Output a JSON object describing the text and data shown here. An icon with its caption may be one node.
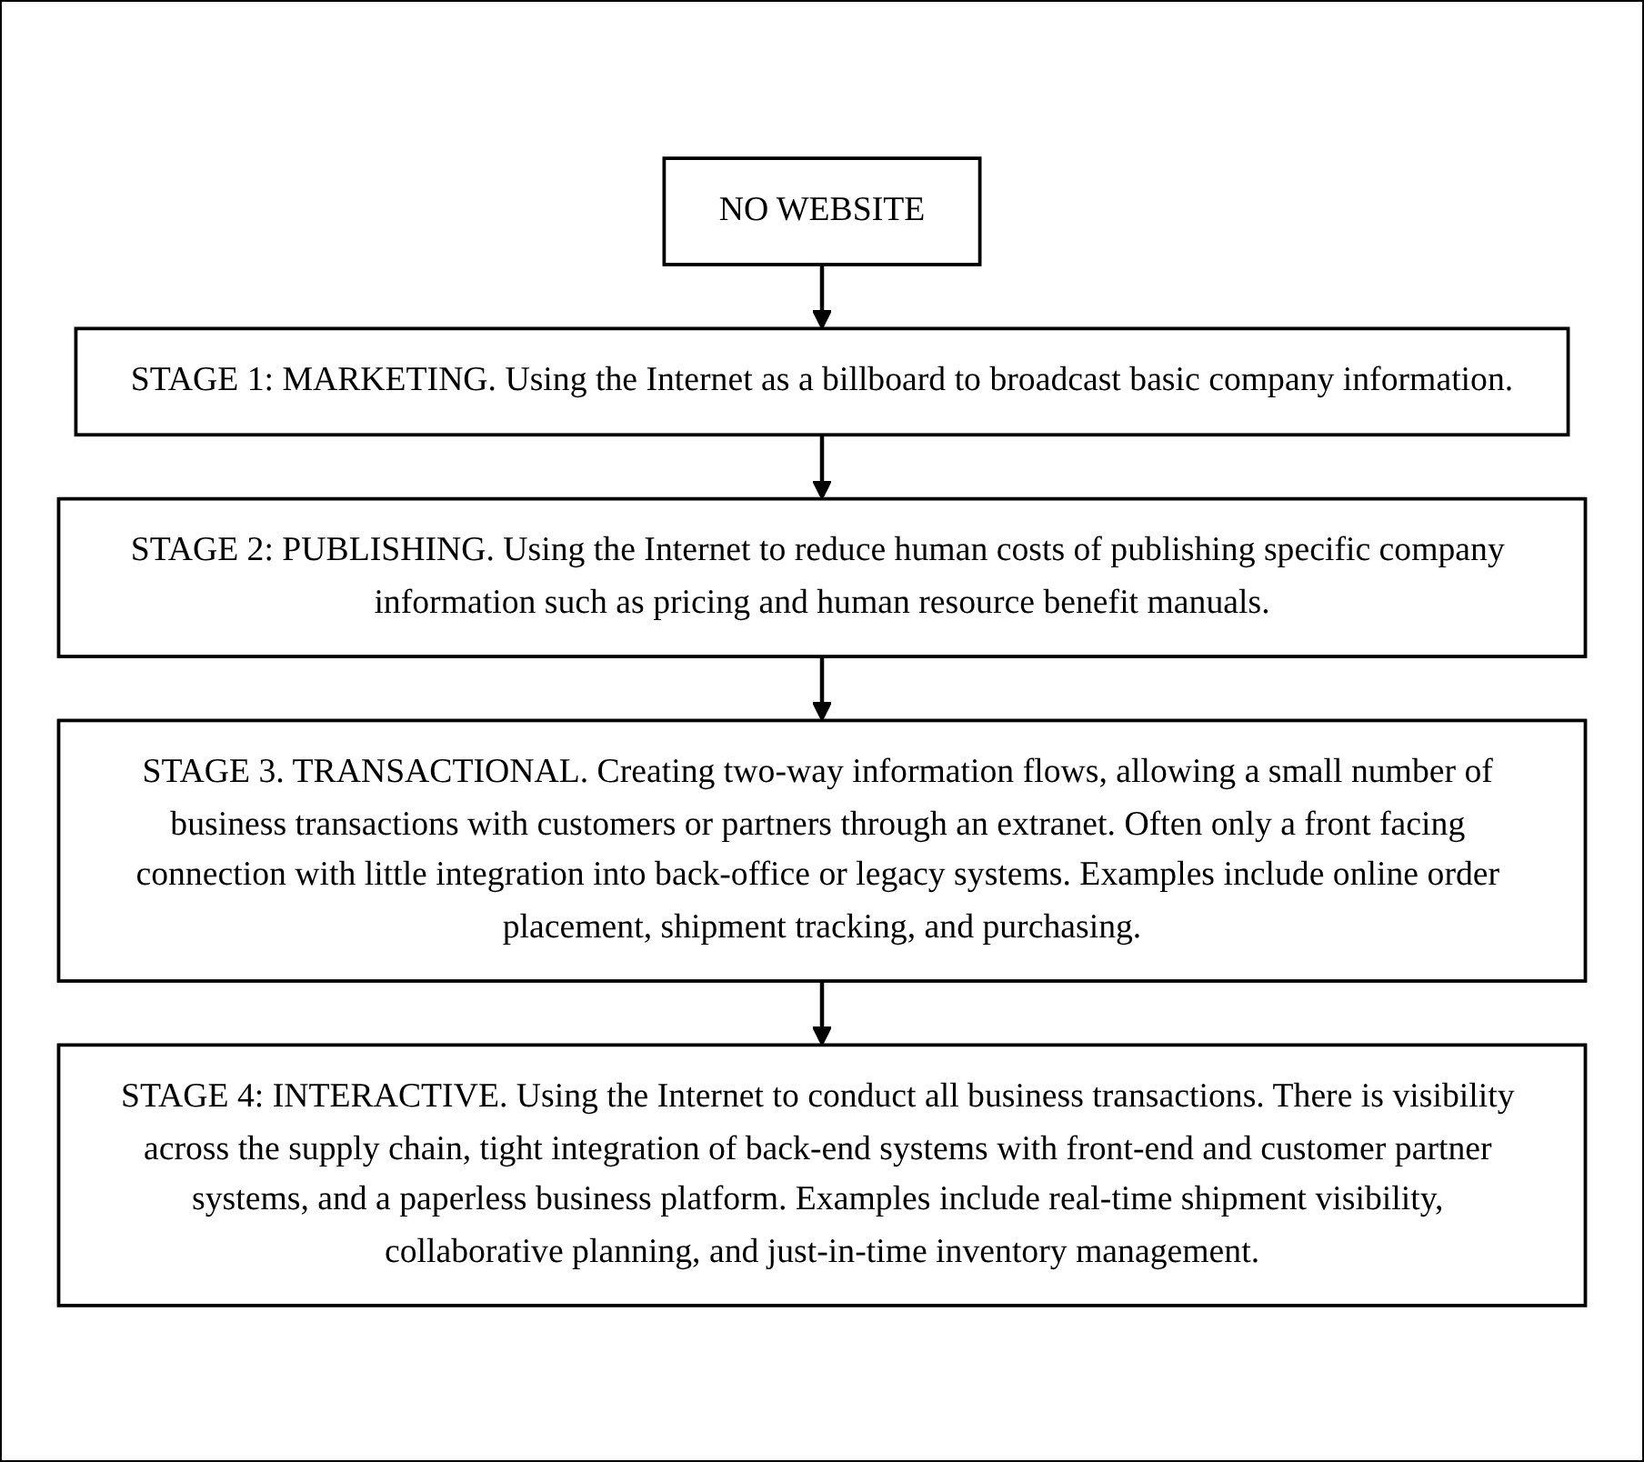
{
  "diagram": {
    "nodes": [
      {
        "text": [
          "NO WEBSITE"
        ]
      },
      {
        "text": [
          "STAGE 1: MARKETING. Using the Internet as a billboard to broadcast basic company information."
        ]
      },
      {
        "text": [
          "STAGE 2: PUBLISHING. Using the Internet to reduce human costs of publishing specific company information such as pricing and human resource benefit manuals."
        ]
      },
      {
        "text": [
          "STAGE 3. TRANSACTIONAL. Creating two-way information flows, allowing a small number of business transactions with customers or partners through an extranet. Often only a front facing connection with little integration into back-office or legacy systems. Examples include online order placement, shipment tracking, and purchasing."
        ]
      },
      {
        "text": [
          "STAGE 4: INTERACTIVE. Using the Internet to conduct all business transactions. There is visibility across the supply chain, tight integration of back-end systems with front-end and customer partner systems, and a paperless business platform. Examples include real-time shipment visibility, collaborative planning, and just-in-time inventory management."
        ]
      }
    ],
    "edges": [
      {
        "from": 0,
        "to": 1,
        "arrow": "to"
      },
      {
        "from": 1,
        "to": 2,
        "arrow": "to"
      },
      {
        "from": 2,
        "to": 3,
        "arrow": "to"
      },
      {
        "from": 3,
        "to": 4,
        "arrow": "to"
      }
    ]
  }
}
